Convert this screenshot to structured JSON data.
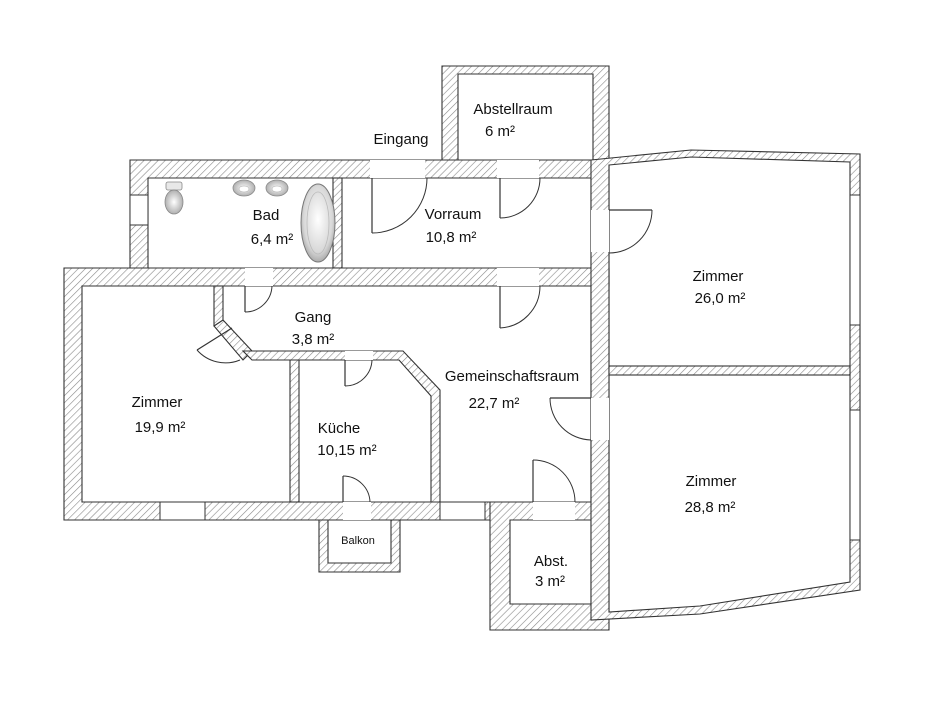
{
  "labels": {
    "eingang": "Eingang",
    "abstellraum": "Abstellraum",
    "abstellraum_area": "6 m²",
    "bad": "Bad",
    "bad_area": "6,4 m²",
    "vorraum": "Vorraum",
    "vorraum_area": "10,8 m²",
    "zimmer_ne": "Zimmer",
    "zimmer_ne_area": "26,0 m²",
    "gang": "Gang",
    "gang_area": "3,8 m²",
    "gemeinschaftsraum": "Gemeinschaftsraum",
    "gemeinschaftsraum_area": "22,7 m²",
    "zimmer_w": "Zimmer",
    "zimmer_w_area": "19,9 m²",
    "kueche": "Küche",
    "kueche_area": "10,15 m²",
    "zimmer_se": "Zimmer",
    "zimmer_se_area": "28,8 m²",
    "balkon": "Balkon",
    "abst": "Abst.",
    "abst_area": "3 m²"
  },
  "colors": {
    "wall_line": "#333333",
    "hatch": "#8a8a8a",
    "background": "#ffffff"
  }
}
